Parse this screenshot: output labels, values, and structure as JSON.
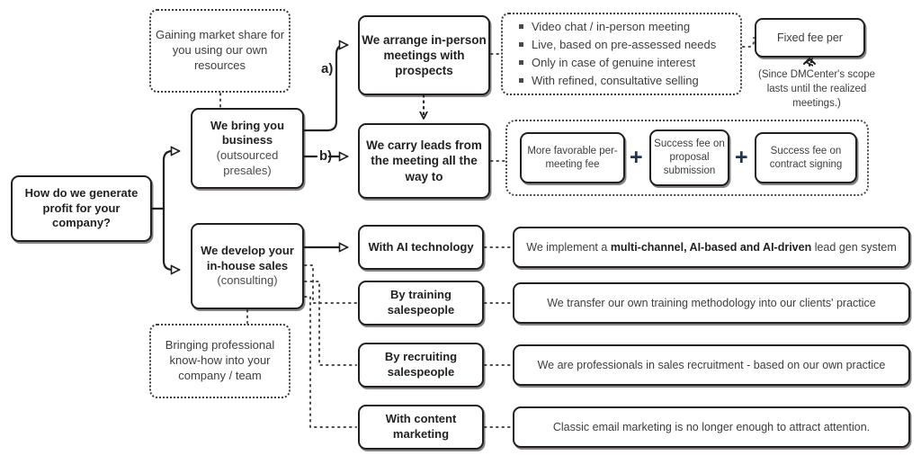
{
  "diagram": {
    "title": "How do we generate profit for your company?",
    "root": {
      "text": "How do we generate profit for your company?"
    },
    "notes": {
      "market_share": "Gaining market share for you using our own resources",
      "know_how": "Bringing professional know-how into your company / team",
      "fixed_fee_caption": "(Since DMCenter's scope lasts until the realized meetings.)"
    },
    "branches": {
      "business": {
        "title": "We bring you business",
        "subtitle": "(outsourced presales)"
      },
      "consulting": {
        "title": "We develop your in-house sales",
        "subtitle": "(consulting)"
      }
    },
    "marks": {
      "a": "a)",
      "b": "b)"
    },
    "steps": {
      "arrange": "We arrange in-person meetings with prospects",
      "carry": "We carry leads from the meeting all the way to"
    },
    "bullets": [
      "Video chat / in-person meeting",
      "Live, based on pre-assessed needs",
      "Only in case of genuine interest",
      "With refined, consultative selling"
    ],
    "fixed_fee": "Fixed fee per",
    "fee_components": [
      "More favorable per-meeting fee",
      "Success fee on proposal submission",
      "Success fee on contract signing"
    ],
    "plus_symbol": "+",
    "consulting_rows": [
      {
        "label": "With AI technology",
        "desc_pre": "We implement a ",
        "desc_bold": "multi-channel, AI-based and AI-driven",
        "desc_post": " lead gen system"
      },
      {
        "label": "By training salespeople",
        "desc_pre": "We transfer our own training methodology into our clients' practice",
        "desc_bold": "",
        "desc_post": ""
      },
      {
        "label": "By recruiting salespeople",
        "desc_pre": "We are professionals in sales recruitment - based on our own practice",
        "desc_bold": "",
        "desc_post": ""
      },
      {
        "label": "With content marketing",
        "desc_pre": "Classic email marketing is no longer enough to attract attention.",
        "desc_bold": "",
        "desc_post": ""
      }
    ],
    "colors": {
      "stroke": "#231f20",
      "text": "#3d3d3d",
      "accent_plus": "#22344d",
      "background": "#ffffff",
      "dotted": "#4a4a4a"
    }
  }
}
